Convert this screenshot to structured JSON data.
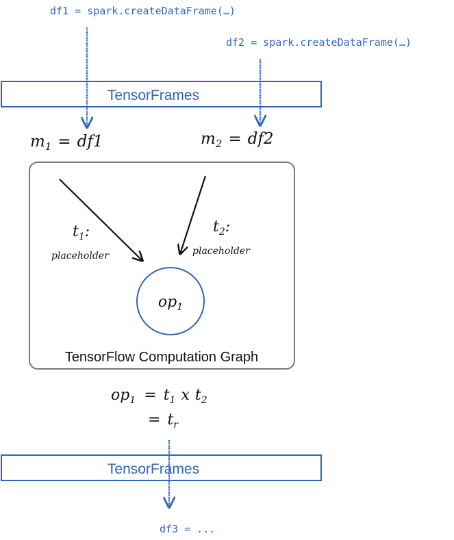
{
  "colors": {
    "blue": "#2f64b7",
    "code_blue": "#3566c0",
    "black": "#111111",
    "graph_border": "#7a7a7a"
  },
  "code": {
    "df1": "df1 = spark.createDataFrame(…)",
    "df2": "df2 = spark.createDataFrame(…)",
    "df3": "df3 = ..."
  },
  "tensorframes": {
    "top_label": "TensorFrames",
    "bottom_label": "TensorFrames"
  },
  "mapping": {
    "m1": {
      "name": "m",
      "sub": "1",
      "eq": "=",
      "rhs": "df1"
    },
    "m2": {
      "name": "m",
      "sub": "2",
      "eq": "=",
      "rhs": "df2"
    }
  },
  "graph": {
    "caption": "TensorFlow Computation Graph",
    "t1": {
      "name": "t",
      "sub": "1",
      "colon": ":",
      "kind": "placeholder"
    },
    "t2": {
      "name": "t",
      "sub": "2",
      "colon": ":",
      "kind": "placeholder"
    },
    "op": {
      "name": "op",
      "sub": "1"
    }
  },
  "equation": {
    "line1": {
      "lhs": "op",
      "lhs_sub": "1",
      "eq": "=",
      "a": "t",
      "a_sub": "1",
      "times": "x",
      "b": "t",
      "b_sub": "2"
    },
    "line2": {
      "eq": "=",
      "r": "t",
      "r_sub": "r"
    }
  }
}
